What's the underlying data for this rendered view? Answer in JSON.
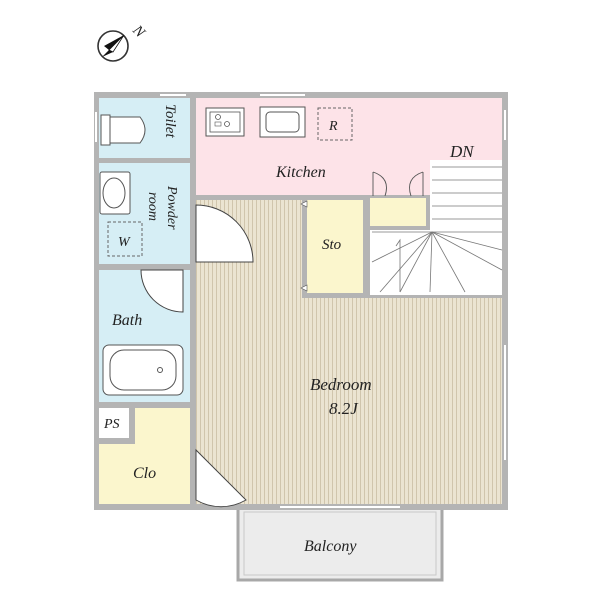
{
  "compass": {
    "north_label": "N",
    "icon": "north-arrow-icon"
  },
  "rooms": {
    "toilet": "Toilet",
    "powder_room_line1": "Powder",
    "powder_room_line2": "room",
    "washer": "W",
    "kitchen": "Kitchen",
    "refrigerator": "R",
    "stairs_down": "DN",
    "storage": "Sto",
    "bath": "Bath",
    "bedroom": "Bedroom",
    "bedroom_size": "8.2J",
    "pipe_space": "PS",
    "closet": "Clo",
    "balcony": "Balcony"
  },
  "colors": {
    "wall": "#b4b4b4",
    "wet_area": "#d6eef5",
    "kitchen": "#fde3e8",
    "storage": "#fbf6cd",
    "bedroom_floor": "#e9e1cd",
    "balcony": "#ececec"
  }
}
